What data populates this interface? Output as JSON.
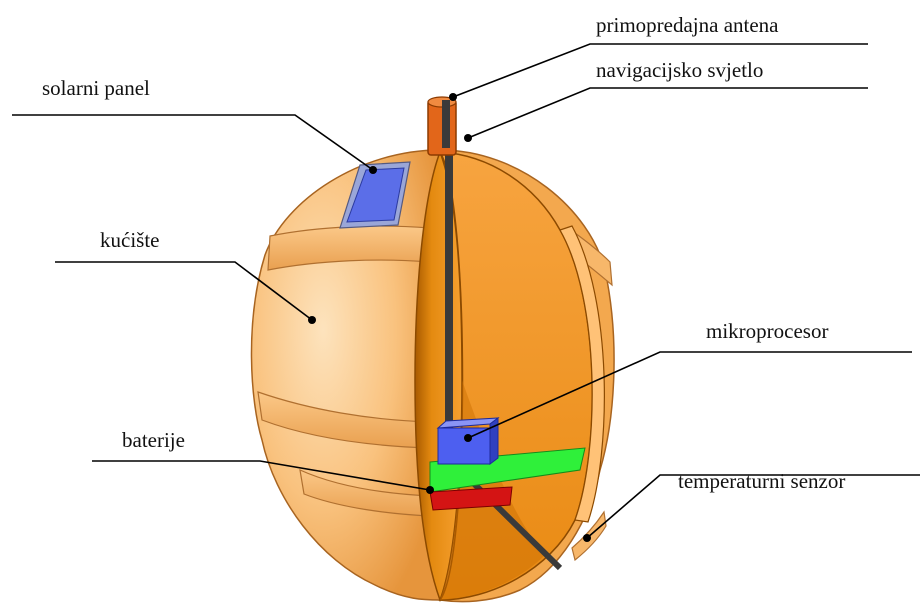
{
  "labels": {
    "antenna": "primopredajna antena",
    "nav_light": "navigacijsko svjetlo",
    "solar_panel": "solarni panel",
    "housing": "kućište",
    "microprocessor": "mikroprocesor",
    "batteries": "baterije",
    "temp_sensor": "temperaturni senzor"
  },
  "colors": {
    "shell_light": "#fcd29a",
    "shell_mid": "#f6b86a",
    "shell_dark": "#e8953a",
    "interior": "#f2920f",
    "interior_dark": "#b36200",
    "antenna": "#e2661a",
    "rod": "#3a3a3a",
    "panel": "#5b6ee8",
    "microprocessor": "#4d5ff0",
    "board": "#2ff03a",
    "battery": "#d41414"
  }
}
